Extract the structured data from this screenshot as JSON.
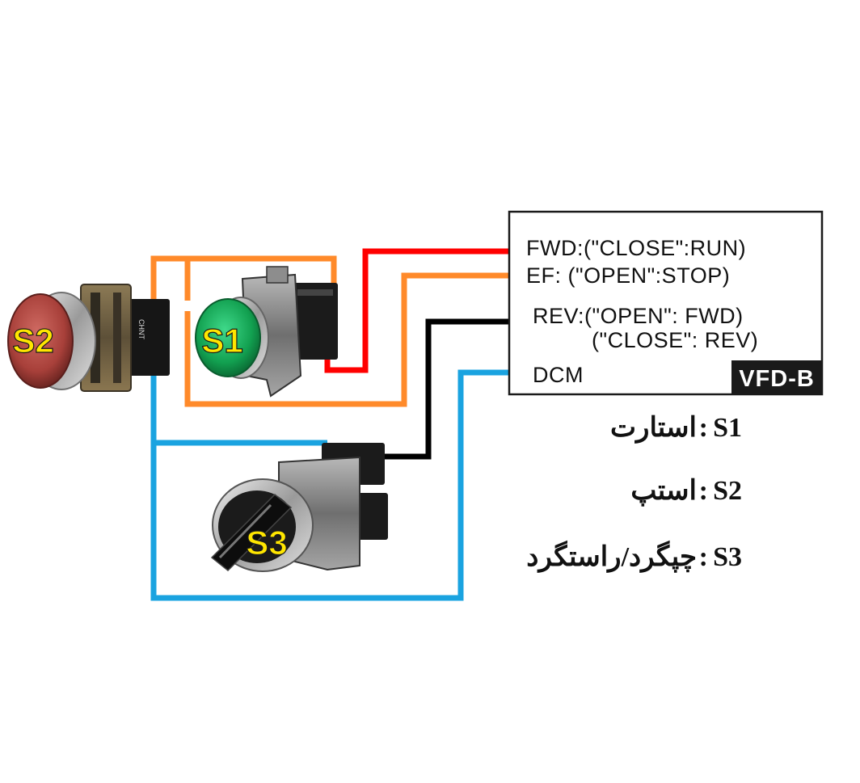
{
  "vfd": {
    "label": "VFD-B",
    "terminals": {
      "fwd": "FWD:(\"CLOSE\":RUN)",
      "ef": "EF: (\"OPEN\":STOP)",
      "rev_line1": "REV:(\"OPEN\": FWD)",
      "rev_line2": "(\"CLOSE\": REV)",
      "dcm": "DCM"
    }
  },
  "switches": {
    "s1": {
      "label": "S1",
      "type": "push-button",
      "color": "#1aa55a"
    },
    "s2": {
      "label": "S2",
      "type": "push-button",
      "color": "#b5453f"
    },
    "s3": {
      "label": "S3",
      "type": "selector-switch",
      "color": "#1b1b1b"
    }
  },
  "legend": [
    {
      "key": "S1",
      "value": "استارت"
    },
    {
      "key": "S2",
      "value": "استپ"
    },
    {
      "key": "S3",
      "value": "چپگرد/راستگرد"
    }
  ],
  "wire_colors": {
    "fwd": "#ff0000",
    "ef": "#ff8a2a",
    "rev": "#000000",
    "dcm": "#1aa3e0"
  }
}
